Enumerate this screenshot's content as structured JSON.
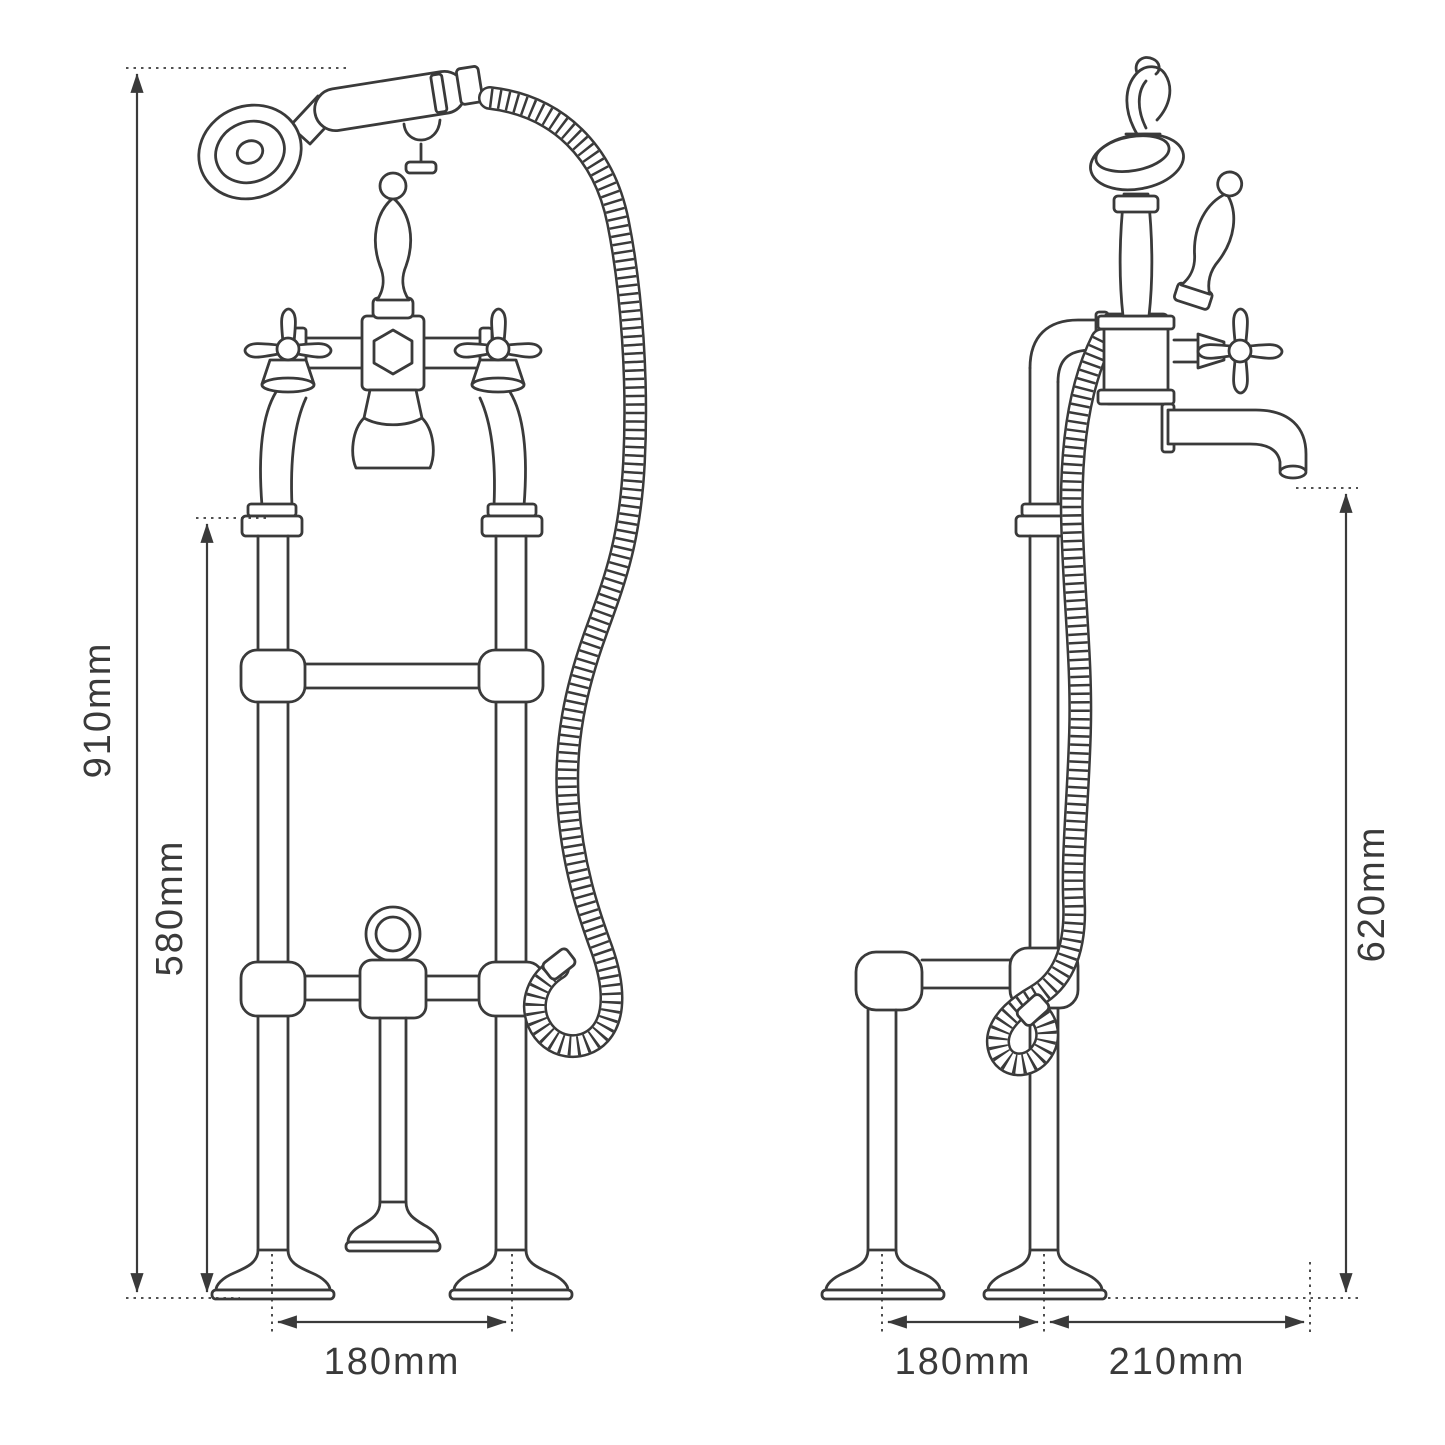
{
  "title": "Freestanding bath shower mixer tap - dimension drawing",
  "background": "#ffffff",
  "line_color": "#3a3a3a",
  "labels": {
    "front_overall_height": "910mm",
    "front_stand_height": "580mm",
    "front_leg_spacing": "180mm",
    "side_spout_height": "620mm",
    "side_leg_spacing": "180mm",
    "side_spout_reach": "210mm"
  }
}
